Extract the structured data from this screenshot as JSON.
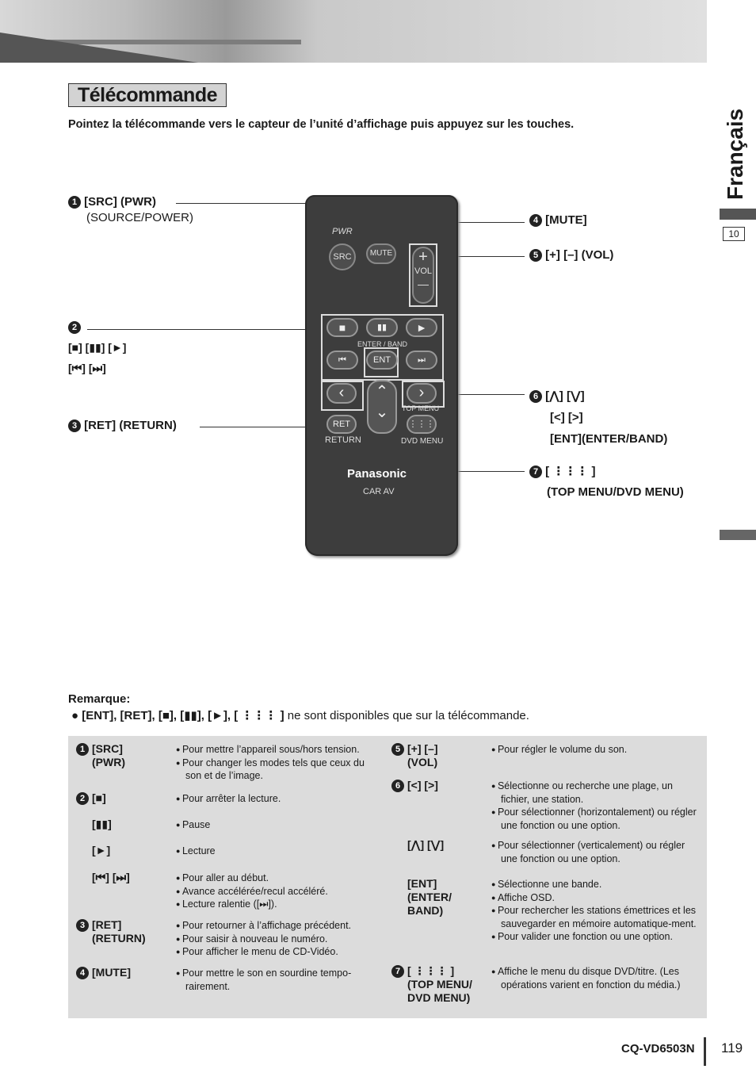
{
  "header": {
    "section_title": "Télécommande",
    "language_tab": "Français",
    "page_box": "10"
  },
  "subtitle": "Pointez la télécommande vers le capteur de l’unité d’affichage puis appuyez sur les touches.",
  "callouts": {
    "c1_num": "1",
    "c1_label": "[SRC] (PWR)",
    "c1_sub": "(SOURCE/POWER)",
    "c2_num": "2",
    "c2_line1": "[■] [▮▮] [►]",
    "c2_line2": "[⏮] [⏭]",
    "c3_num": "3",
    "c3_label": "[RET]  (RETURN)",
    "c4_num": "4",
    "c4_label": "[MUTE]",
    "c5_num": "5",
    "c5_label": "[+] [–] (VOL)",
    "c6_num": "6",
    "c6_line1": "[⋀] [⋁]",
    "c6_line2": "[<] [>]",
    "c6_line3": "[ENT](ENTER/BAND)",
    "c7_num": "7",
    "c7_label": "[ ⋮⋮⋮ ]",
    "c7_sub": "(TOP MENU/DVD MENU)"
  },
  "remote": {
    "pwr": "PWR",
    "src": "SRC",
    "mute": "MUTE",
    "plus": "+",
    "vol": "VOL",
    "minus": "—",
    "stop": "■",
    "pause": "▮▮",
    "play": "►",
    "prev": "⏮",
    "next": "⏭",
    "enter_band": "ENTER / BAND",
    "ent": "ENT",
    "left": "‹",
    "right": "›",
    "up": "⌃",
    "down": "⌄",
    "ret": "RET",
    "return": "RETURN",
    "top_menu": "TOP MENU",
    "dvd_menu": "DVD MENU",
    "dots": "⋮⋮⋮",
    "brand": "Panasonic",
    "car_av": "CAR AV"
  },
  "remark": {
    "heading": "Remarque:",
    "keys": "● [ENT], [RET], [■], [▮▮], [►], [ ⋮⋮⋮ ]",
    "text": " ne sont disponibles que sur la télécommande."
  },
  "table": {
    "left": [
      {
        "num": "1",
        "key": "[SRC]\n(PWR)",
        "desc": [
          "Pour mettre l’appareil sous/hors tension.",
          "Pour changer les modes tels que ceux du son et de l’image."
        ]
      },
      {
        "num": "2",
        "key": "[■]",
        "desc": [
          "Pour arrêter la lecture."
        ]
      },
      {
        "key": "[▮▮]",
        "desc": [
          "Pause"
        ]
      },
      {
        "key": "[►]",
        "desc": [
          "Lecture"
        ]
      },
      {
        "key": "[⏮] [⏭]",
        "desc": [
          "Pour aller au début.",
          "Avance accélérée/recul accéléré.",
          "Lecture ralentie ([⏭])."
        ]
      },
      {
        "num": "3",
        "key": "[RET]\n(RETURN)",
        "desc": [
          "Pour retourner à l’affichage précédent.",
          "Pour saisir à nouveau le numéro.",
          "Pour afficher le menu de CD-Vidéo."
        ]
      },
      {
        "num": "4",
        "key": "[MUTE]",
        "desc": [
          "Pour mettre le son en sourdine tempo-rairement."
        ]
      }
    ],
    "right": [
      {
        "num": "5",
        "key": "[+] [–]\n(VOL)",
        "desc": [
          "Pour régler le volume du son."
        ]
      },
      {
        "num": "6",
        "key": "[<] [>]",
        "desc": [
          "Sélectionne ou recherche une plage, un fichier, une station.",
          "Pour sélectionner (horizontalement) ou régler une fonction ou une option."
        ]
      },
      {
        "key": "[⋀] [⋁]",
        "desc": [
          "Pour sélectionner (verticalement) ou régler une fonction ou une option."
        ]
      },
      {
        "key": "[ENT]\n(ENTER/\nBAND)",
        "desc": [
          "Sélectionne une bande.",
          "Affiche OSD.",
          "Pour rechercher les stations émettrices et les sauvegarder en mémoire automatique-ment.",
          "Pour valider une fonction ou une option."
        ]
      },
      {
        "num": "7",
        "key": "[ ⋮⋮⋮ ]\n(TOP MENU/\nDVD MENU)",
        "desc": [
          "Affiche le menu du disque DVD/titre. (Les opérations varient en fonction du média.)"
        ]
      }
    ]
  },
  "footer": {
    "model": "CQ-VD6503N",
    "page": "119"
  }
}
